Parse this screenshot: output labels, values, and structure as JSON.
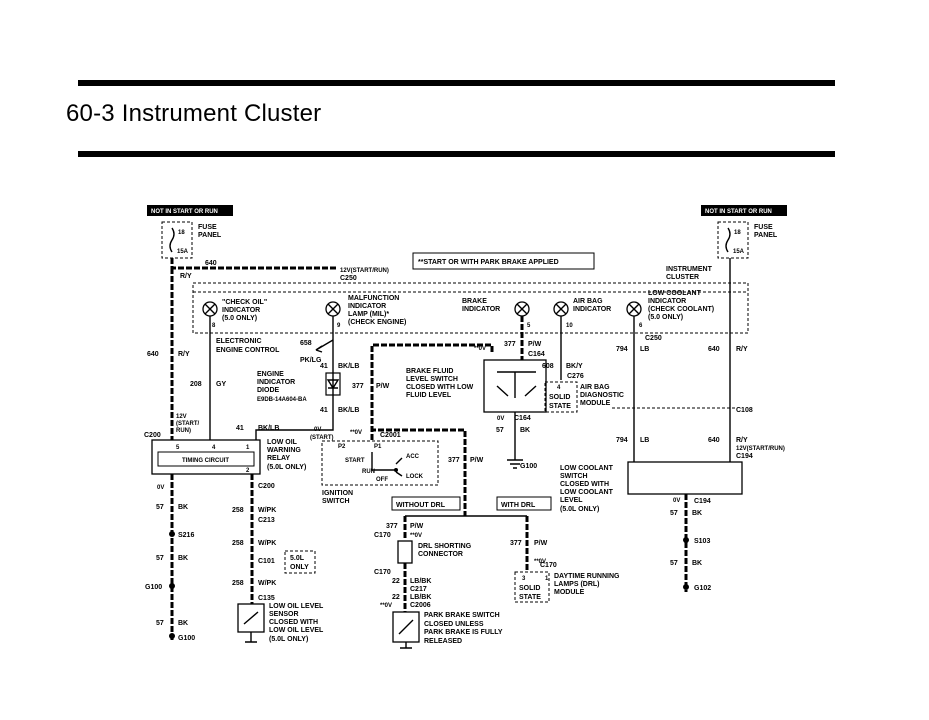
{
  "page": {
    "title": "60-3 Instrument Cluster"
  },
  "fuse_left": {
    "tag": "NOT IN START OR RUN",
    "num": "18",
    "amp": "15A",
    "label1": "FUSE",
    "label2": "PANEL"
  },
  "fuse_right": {
    "tag": "NOT IN START OR RUN",
    "num": "18",
    "amp": "15A",
    "label1": "FUSE",
    "label2": "PANEL"
  },
  "note": "**START OR WITH PARK BRAKE APPLIED",
  "cluster": {
    "label1": "INSTRUMENT",
    "label2": "CLUSTER"
  },
  "connectors": {
    "c250_top": "C250",
    "c250_right": "C250",
    "c164_a": "C164",
    "c164_b": "C164",
    "c276": "C276",
    "c108": "C108",
    "c194_top": "C194",
    "c194_bot": "C194",
    "c200_left": "C200",
    "c200_bot": "C200",
    "c2001": "C2001",
    "c213": "C213",
    "c101": "C101",
    "c135": "C135",
    "c170_a": "C170",
    "c170_b": "C170",
    "c217": "C217",
    "c2006": "C2006",
    "c170_c": "C170"
  },
  "indicators": {
    "check_oil": [
      "\"CHECK OIL\"",
      "INDICATOR",
      "(5.0 ONLY)"
    ],
    "mil": [
      "MALFUNCTION",
      "INDICATOR",
      "LAMP (MIL)*",
      "(CHECK ENGINE)"
    ],
    "brake": [
      "BRAKE",
      "INDICATOR"
    ],
    "air_bag": [
      "AIR BAG",
      "INDICATOR"
    ],
    "low_coolant": [
      "LOW COOLANT",
      "INDICATOR",
      "(CHECK COOLANT)",
      "(5.0 ONLY)"
    ]
  },
  "pins": {
    "p8": "8",
    "p9": "9",
    "p5": "5",
    "p10": "10",
    "p6": "6"
  },
  "wires": {
    "w640_top": "640",
    "w640_top_c": "R/Y",
    "w12v_top": "12V(START/RUN)",
    "w640_left": "640",
    "w640_left_c": "R/Y",
    "w208": "208",
    "w208_c": "GY",
    "w41a": "41",
    "w41a_c": "BK/LB",
    "w41b": "41",
    "w41b_c": "BK/LB",
    "w41c": "41",
    "w41c_c": "BK/LB",
    "w658": "658",
    "w658_c": "PK/LG",
    "w377a": "377",
    "w377a_c": "P/W",
    "w377b": "377",
    "w377b_c": "P/W",
    "w377c": "377",
    "w377c_c": "P/W",
    "w377d": "377",
    "w377d_c": "P/W",
    "w377e": "377",
    "w377e_c": "P/W",
    "w608": "608",
    "w608_c": "BK/Y",
    "w794a": "794",
    "w794a_c": "LB",
    "w794b": "794",
    "w794b_c": "LB",
    "w640_right": "640",
    "w640_right_c": "R/Y",
    "w640_right2": "640",
    "w640_right2_c": "R/Y",
    "w12v_right": "12V(START/RUN)",
    "w57_brake": "57",
    "w57_brake_c": "BK",
    "w57_l1": "57",
    "w57_l1_c": "BK",
    "w57_l2": "57",
    "w57_l2_c": "BK",
    "w57_l3": "57",
    "w57_l3_c": "BK",
    "w57_r1": "57",
    "w57_r1_c": "BK",
    "w57_r2": "57",
    "w57_r2_c": "BK",
    "w258a": "258",
    "w258a_c": "W/PK",
    "w258b": "258",
    "w258b_c": "W/PK",
    "w258c": "258",
    "w258c_c": "W/PK",
    "w22a": "22",
    "w22a_c": "LB/BK",
    "w22b": "22",
    "w22b_c": "LB/BK",
    "w12v_left": "12V",
    "w12v_left2": "(START/",
    "w12v_left3": "RUN)",
    "ov_a": "0V",
    "ov_b": "0V",
    "ov_c": "0V",
    "ov_d": "0V",
    "ov_e": "0V",
    "star_ov_a": "**0V",
    "star_ov_b": "**0V",
    "star_ov_c": "**0V",
    "star_ov_d": "**0V",
    "star_ov_e": "**0V"
  },
  "splices": {
    "s216": "S216",
    "s103": "S103"
  },
  "grounds": {
    "g100_a": "G100",
    "g100_b": "G100",
    "g100_c": "G100",
    "g102": "G102"
  },
  "ece": {
    "label1": "ELECTRONIC",
    "label2": "ENGINE CONTROL"
  },
  "diode": {
    "label1": "ENGINE",
    "label2": "INDICATOR",
    "label3": "DIODE",
    "label4": "E9DB-14A604-BA"
  },
  "brake_fluid": {
    "label1": "BRAKE FLUID",
    "label2": "LEVEL SWITCH",
    "label3": "CLOSED WITH LOW",
    "label4": "FLUID LEVEL"
  },
  "air_bag_module": {
    "label1": "AIR BAG",
    "label2": "DIAGNOSTIC",
    "label3": "MODULE",
    "solid": "SOLID",
    "state": "STATE",
    "pin": "4"
  },
  "timing": {
    "label": "TIMING CIRCUIT",
    "pin5": "5",
    "pin4": "4",
    "pin1": "1",
    "pin2": "2"
  },
  "low_oil_relay": {
    "label1": "LOW OIL",
    "label2": "WARNING",
    "label3": "RELAY",
    "label4": "(5.0L ONLY)"
  },
  "ignition": {
    "label1": "IGNITION",
    "label2": "SWITCH",
    "start": "START",
    "run": "RUN",
    "off": "OFF",
    "acc": "ACC",
    "lock": "LOCK",
    "p2": "P2",
    "p1": "P1",
    "ov_start": "0V",
    "start_tag": "(START)"
  },
  "low_coolant_switch": {
    "label1": "LOW COOLANT",
    "label2": "SWITCH",
    "label3": "CLOSED WITH",
    "label4": "LOW COOLANT",
    "label5": "LEVEL",
    "label6": "(5.0L ONLY)"
  },
  "drl": {
    "without": "WITHOUT DRL",
    "with": "WITH DRL",
    "short1": "DRL SHORTING",
    "short2": "CONNECTOR",
    "mod1": "DAYTIME RUNNING",
    "mod2": "LAMPS (DRL)",
    "mod3": "MODULE",
    "solid": "SOLID",
    "state": "STATE",
    "pin": "3",
    "pin2": "1"
  },
  "park_brake": {
    "label1": "PARK BRAKE SWITCH",
    "label2": "CLOSED UNLESS",
    "label3": "PARK BRAKE IS FULLY",
    "label4": "RELEASED"
  },
  "low_oil_sensor": {
    "label1": "LOW OIL LEVEL",
    "label2": "SENSOR",
    "label3": "CLOSED WITH",
    "label4": "LOW OIL LEVEL",
    "label5": "(5.0L ONLY)"
  },
  "only50": {
    "label1": "5.0L",
    "label2": "ONLY"
  }
}
